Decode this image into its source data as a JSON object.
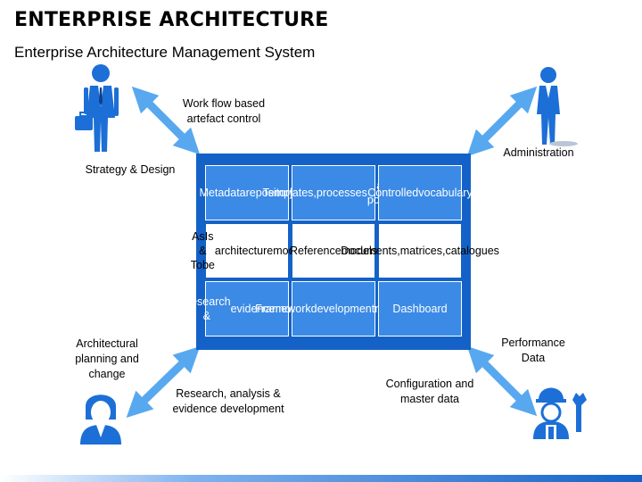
{
  "title": "ENTERPRISE ARCHITECTURE",
  "subtitle": "Enterprise Architecture Management System",
  "grid": [
    {
      "text": "Metadata\nrepository",
      "style": "dark"
    },
    {
      "text": "Templates,\nprocesses\nand policies",
      "style": "dark"
    },
    {
      "text": "Controlled\nvocabulary",
      "style": "dark"
    },
    {
      "text": "AsIs & Tobe\narchitecture\nmodel",
      "style": "light"
    },
    {
      "text": "Reference\nmodels",
      "style": "light"
    },
    {
      "text": "Documents,\nmatrices,\ncatalogues",
      "style": "light"
    },
    {
      "text": "Research &\nevidence\nmodels",
      "style": "dark"
    },
    {
      "text": "Framework\ndevelopment\nmethod",
      "style": "dark"
    },
    {
      "text": "Dashboard",
      "style": "dark"
    }
  ],
  "labels": {
    "workflow": "Work flow based\nartefact control",
    "strategy": "Strategy & Design",
    "administration": "Administration",
    "architectural": "Architectural\nplanning and\nchange",
    "research": "Research, analysis &\nevidence development",
    "configuration": "Configuration and\nmaster data",
    "performance": "Performance\nData"
  },
  "icons": {
    "top_left": "businessman-briefcase-icon",
    "top_right": "standing-man-icon",
    "bottom_left": "businesswoman-icon",
    "bottom_right": "engineer-wrench-icon"
  },
  "colors": {
    "core_blue": "#1462c7",
    "cell_blue": "#3b8ae6",
    "arrow_blue": "#58a8f0",
    "icon_blue": "#1c6fd6"
  }
}
